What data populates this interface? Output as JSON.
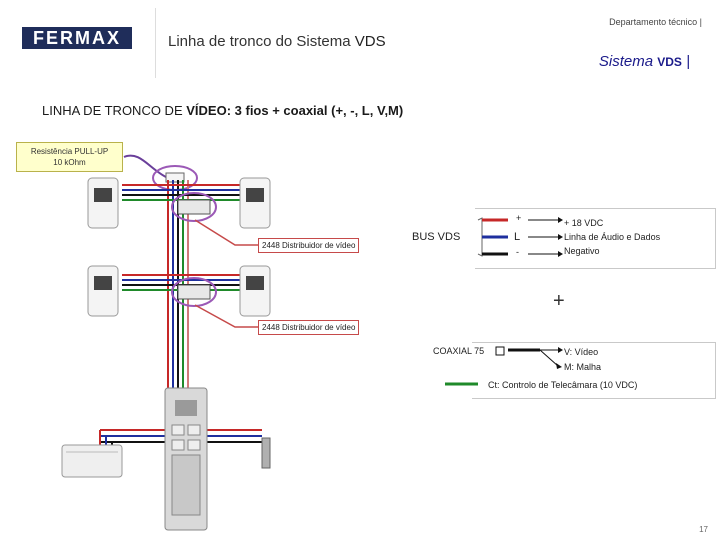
{
  "header": {
    "logo": "FERMAX",
    "title_prefix": "Linha de tronco do Sistema ",
    "title_bold": "VDS",
    "department": "Departamento técnico",
    "subtitle_prefix": "Sistema ",
    "subtitle_vds": "VDS"
  },
  "section": {
    "title_a": "LINHA DE TRONCO DE ",
    "title_b": "VÍDEO:",
    "title_c": " 3 fios + coaxial (+, -, L, V,M)"
  },
  "note": {
    "line1": "Resistência PULL-UP",
    "line2": "10 kOhm"
  },
  "distributors": {
    "top": "2448 Distribuidor de vídeo",
    "bottom": "2448 Distribuidor de vídeo"
  },
  "legend_bus": {
    "label": "BUS VDS",
    "symbols": [
      "+",
      "L",
      "-"
    ],
    "descriptions": [
      "+ 18 VDC",
      "Linha de Áudio e Dados",
      "Negativo"
    ],
    "plus": "+"
  },
  "legend_coax": {
    "label": "COAXIAL 75",
    "descriptions": [
      "V: Vídeo",
      "M: Malha"
    ],
    "green_desc": "Ct: Controlo de Telecâmara (10 VDC)"
  },
  "colors": {
    "wire_red": "#c62828",
    "wire_blue": "#1e2f9e",
    "wire_black": "#111111",
    "wire_green": "#1f8a2a",
    "wire_pink": "#d27a7a",
    "highlight": "#9b59b6"
  },
  "page": {
    "number": "17"
  }
}
